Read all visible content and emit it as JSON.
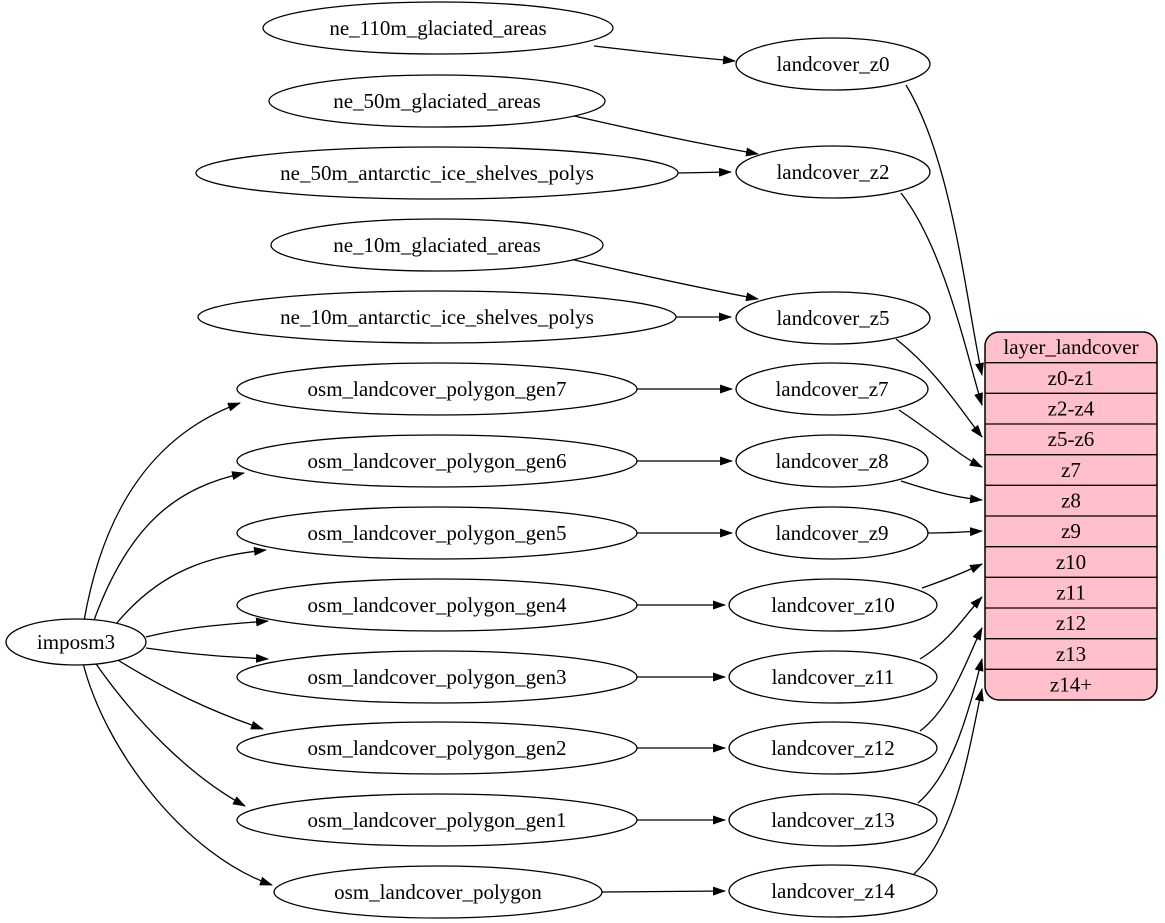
{
  "diagram": {
    "type": "graphviz-dependency-graph",
    "background": "#ffffff",
    "edge_color": "#000000",
    "node_fill": "#ffffff",
    "node_stroke": "#000000",
    "root": {
      "label": "imposm3"
    },
    "sources": [
      {
        "label": "ne_110m_glaciated_areas"
      },
      {
        "label": "ne_50m_glaciated_areas"
      },
      {
        "label": "ne_50m_antarctic_ice_shelves_polys"
      },
      {
        "label": "ne_10m_glaciated_areas"
      },
      {
        "label": "ne_10m_antarctic_ice_shelves_polys"
      },
      {
        "label": "osm_landcover_polygon_gen7"
      },
      {
        "label": "osm_landcover_polygon_gen6"
      },
      {
        "label": "osm_landcover_polygon_gen5"
      },
      {
        "label": "osm_landcover_polygon_gen4"
      },
      {
        "label": "osm_landcover_polygon_gen3"
      },
      {
        "label": "osm_landcover_polygon_gen2"
      },
      {
        "label": "osm_landcover_polygon_gen1"
      },
      {
        "label": "osm_landcover_polygon"
      }
    ],
    "generalized": [
      {
        "label": "landcover_z0"
      },
      {
        "label": "landcover_z2"
      },
      {
        "label": "landcover_z5"
      },
      {
        "label": "landcover_z7"
      },
      {
        "label": "landcover_z8"
      },
      {
        "label": "landcover_z9"
      },
      {
        "label": "landcover_z10"
      },
      {
        "label": "landcover_z11"
      },
      {
        "label": "landcover_z12"
      },
      {
        "label": "landcover_z13"
      },
      {
        "label": "landcover_z14"
      }
    ],
    "record": {
      "title": "layer_landcover",
      "fill": "#ffc0cb",
      "rows": [
        "z0-z1",
        "z2-z4",
        "z5-z6",
        "z7",
        "z8",
        "z9",
        "z10",
        "z11",
        "z12",
        "z13",
        "z14+"
      ]
    },
    "edges": [
      "imposm3 -> osm_landcover_polygon_gen7",
      "imposm3 -> osm_landcover_polygon_gen6",
      "imposm3 -> osm_landcover_polygon_gen5",
      "imposm3 -> osm_landcover_polygon_gen4",
      "imposm3 -> osm_landcover_polygon_gen3",
      "imposm3 -> osm_landcover_polygon_gen2",
      "imposm3 -> osm_landcover_polygon_gen1",
      "imposm3 -> osm_landcover_polygon",
      "ne_110m_glaciated_areas -> landcover_z0",
      "ne_50m_glaciated_areas -> landcover_z2",
      "ne_50m_antarctic_ice_shelves_polys -> landcover_z2",
      "ne_10m_glaciated_areas -> landcover_z5",
      "ne_10m_antarctic_ice_shelves_polys -> landcover_z5",
      "osm_landcover_polygon_gen7 -> landcover_z7",
      "osm_landcover_polygon_gen6 -> landcover_z8",
      "osm_landcover_polygon_gen5 -> landcover_z9",
      "osm_landcover_polygon_gen4 -> landcover_z10",
      "osm_landcover_polygon_gen3 -> landcover_z11",
      "osm_landcover_polygon_gen2 -> landcover_z12",
      "osm_landcover_polygon_gen1 -> landcover_z13",
      "osm_landcover_polygon -> landcover_z14",
      "landcover_z0 -> layer_landcover:z0-z1",
      "landcover_z2 -> layer_landcover:z2-z4",
      "landcover_z5 -> layer_landcover:z5-z6",
      "landcover_z7 -> layer_landcover:z7",
      "landcover_z8 -> layer_landcover:z8",
      "landcover_z9 -> layer_landcover:z9",
      "landcover_z10 -> layer_landcover:z10",
      "landcover_z11 -> layer_landcover:z11",
      "landcover_z12 -> layer_landcover:z12",
      "landcover_z13 -> layer_landcover:z13",
      "landcover_z14 -> layer_landcover:z14+"
    ]
  }
}
